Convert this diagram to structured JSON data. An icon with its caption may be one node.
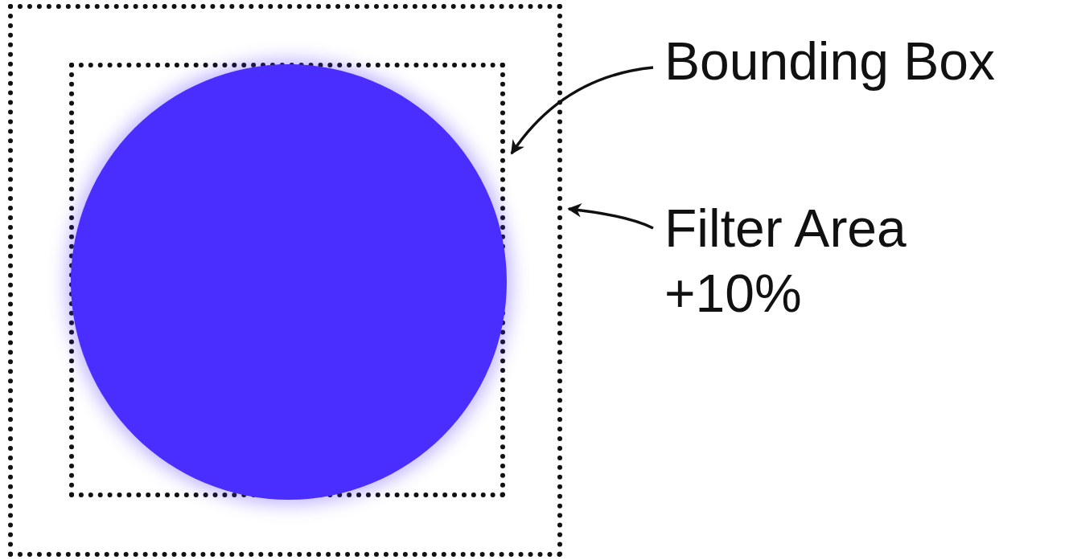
{
  "diagram": {
    "nodes": [
      {
        "text": [],
        "shape": "box"
      },
      {
        "text": [],
        "shape": "box",
        "in": 0
      },
      {
        "text": [],
        "shape": "circle",
        "in": 1
      },
      {
        "text": [
          "Bounding Box"
        ]
      },
      {
        "text": [
          "Filter Area +10%"
        ]
      }
    ],
    "edges": [
      {
        "from": 3,
        "to": 1,
        "arrow": "to"
      },
      {
        "from": 4,
        "to": 0,
        "arrow": "to"
      }
    ]
  }
}
